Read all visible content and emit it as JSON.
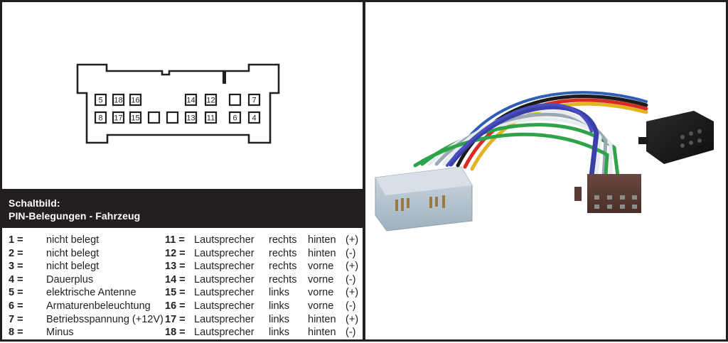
{
  "diagram": {
    "connector_pins_row1": [
      "5",
      "18",
      "16",
      "",
      "",
      "14",
      "12",
      "",
      "7"
    ],
    "connector_pins_row2": [
      "8",
      "17",
      "15",
      "",
      "",
      "13",
      "11",
      "6",
      "4"
    ]
  },
  "header": {
    "line1": "Schaltbild:",
    "line2": "PIN-Belegungen - Fahrzeug"
  },
  "pins_left": [
    {
      "num": "1 =",
      "desc": "nicht belegt"
    },
    {
      "num": "2 =",
      "desc": "nicht belegt"
    },
    {
      "num": "3 =",
      "desc": "nicht belegt"
    },
    {
      "num": "4 =",
      "desc": "Dauerplus"
    },
    {
      "num": "5 =",
      "desc": "elektrische Antenne"
    },
    {
      "num": "6 =",
      "desc": "Armaturenbeleuchtung"
    },
    {
      "num": "7 =",
      "desc": "Betriebsspannung (+12V)"
    },
    {
      "num": "8 =",
      "desc": "Minus"
    }
  ],
  "pins_right": [
    {
      "num": "11 =",
      "type": "Lautsprecher",
      "side": "rechts",
      "pos": "hinten",
      "pol": "(+)"
    },
    {
      "num": "12 =",
      "type": "Lautsprecher",
      "side": "rechts",
      "pos": "hinten",
      "pol": "(-)"
    },
    {
      "num": "13 =",
      "type": "Lautsprecher",
      "side": "rechts",
      "pos": "vorne",
      "pol": "(+)"
    },
    {
      "num": "14 =",
      "type": "Lautsprecher",
      "side": "rechts",
      "pos": "vorne",
      "pol": "(-)"
    },
    {
      "num": "15 =",
      "type": "Lautsprecher",
      "side": "links",
      "pos": "vorne",
      "pol": "(+)"
    },
    {
      "num": "16 =",
      "type": "Lautsprecher",
      "side": "links",
      "pos": "vorne",
      "pol": "(-)"
    },
    {
      "num": "17 =",
      "type": "Lautsprecher",
      "side": "links",
      "pos": "hinten",
      "pol": "(+)"
    },
    {
      "num": "18 =",
      "type": "Lautsprecher",
      "side": "links",
      "pos": "hinten",
      "pol": "(-)"
    }
  ],
  "colors": {
    "frame": "#231f20",
    "header_bg": "#231f20",
    "header_text": "#ffffff",
    "vehicle_connector": "#b8c6d2",
    "iso_power_connector": "#1a1a1a",
    "iso_speaker_connector": "#5a3a33",
    "wire_blue": "#3b3fa8",
    "wire_green": "#2ea34a",
    "wire_white": "#e8ecee",
    "wire_grey": "#9aa9b4",
    "wire_red": "#d92b25",
    "wire_yellow": "#e3b323",
    "wire_black": "#1b1b1b"
  },
  "image": {
    "alt": "ISO-Adapterkabel Fahrzeug-Stecker"
  }
}
